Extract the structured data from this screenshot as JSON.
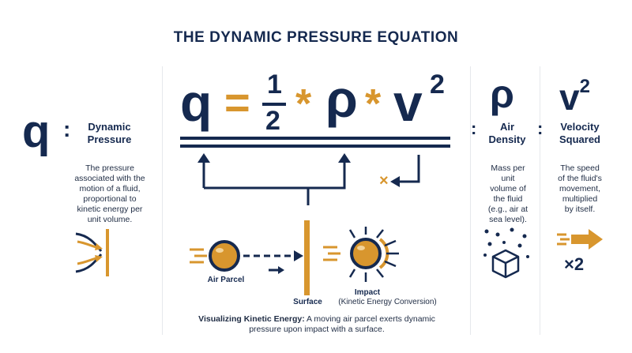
{
  "title": "THE DYNAMIC PRESSURE EQUATION",
  "equation": {
    "q": "q",
    "equals": "=",
    "frac_num": "1",
    "frac_den": "2",
    "times1": "*",
    "rho": "ρ",
    "times2": "*",
    "v": "v",
    "exp": "2"
  },
  "left": {
    "symbol": "q",
    "colon": ":",
    "label_line1": "Dynamic",
    "label_line2": "Pressure",
    "desc": [
      "The pressure",
      "associated with the",
      "motion of a fluid,",
      "proportional to",
      "kinetic energy per",
      "unit volume."
    ]
  },
  "rho_col": {
    "symbol": "ρ",
    "colon": ":",
    "label_line1": "Air",
    "label_line2": "Density",
    "desc": [
      "Mass per",
      "unit",
      "volume of",
      "the fluid",
      "(e.g., air at",
      "sea level)."
    ]
  },
  "v_col": {
    "symbol": "v",
    "exp": "2",
    "colon": ":",
    "label_line1": "Velocity",
    "label_line2": "Squared",
    "desc": [
      "The speed",
      "of the fluid's",
      "movement,",
      "multiplied",
      "by itself."
    ],
    "times2": "×2"
  },
  "diagram": {
    "multiply": "×",
    "air_parcel": "Air Parcel",
    "surface": "Surface",
    "impact": "Impact",
    "impact_sub": "(Kinetic Energy Conversion)"
  },
  "caption": {
    "bold": "Visualizing Kinetic Energy:",
    "line1": " A moving air parcel exerts dynamic",
    "line2": "pressure upon impact with a surface."
  },
  "colors": {
    "navy": "#15294f",
    "gold": "#d8962e"
  }
}
